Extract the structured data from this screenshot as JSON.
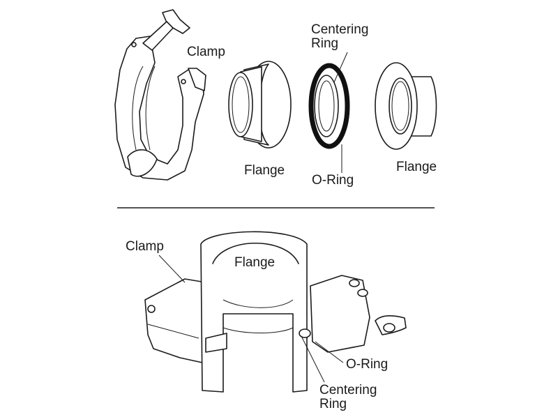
{
  "diagram": {
    "title": "KF vacuum clamp assembly",
    "colors": {
      "line": "#1a1a1a",
      "background": "#ffffff",
      "oring": "#111111"
    },
    "exploded_view": {
      "labels": {
        "clamp": "Clamp",
        "flange_left": "Flange",
        "centering_ring_line1": "Centering",
        "centering_ring_line2": "Ring",
        "oring": "O-Ring",
        "flange_right": "Flange"
      }
    },
    "assembled_view": {
      "labels": {
        "clamp": "Clamp",
        "flange": "Flange",
        "oring": "O-Ring",
        "centering_ring_line1": "Centering",
        "centering_ring_line2": "Ring"
      }
    }
  }
}
